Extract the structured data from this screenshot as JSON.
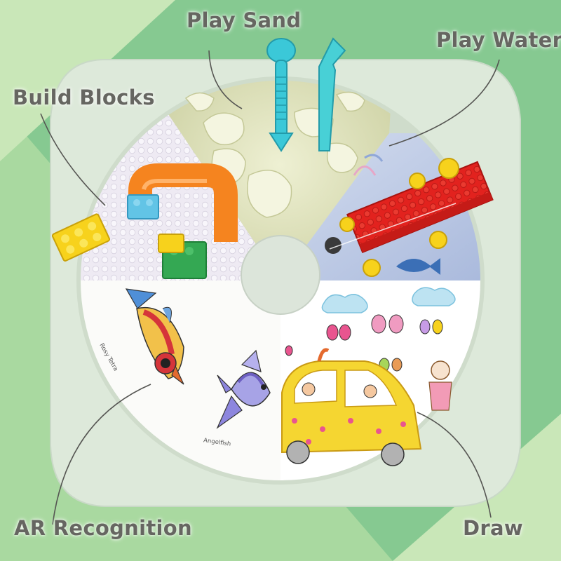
{
  "labels": {
    "play_sand": "Play Sand",
    "play_water": "Play Water",
    "build_blocks": "Build Blocks",
    "ar_recognition": "AR Recognition",
    "draw": "Draw"
  },
  "card_text": {
    "fish_one": "Rosy Tetra",
    "fish_two": "Angelfish"
  },
  "colors": {
    "bg_light": "#C2E5B4",
    "bg_dark": "#7DC58C",
    "table": "#DDE9DA",
    "label_text": "#666661",
    "sand": "#E1E3C1",
    "water_tray": "#BFCCE4",
    "block_red": "#E2221E",
    "block_yellow": "#F7D21C",
    "tool_teal": "#3BC8D8",
    "pipe_orange": "#F5841F"
  }
}
